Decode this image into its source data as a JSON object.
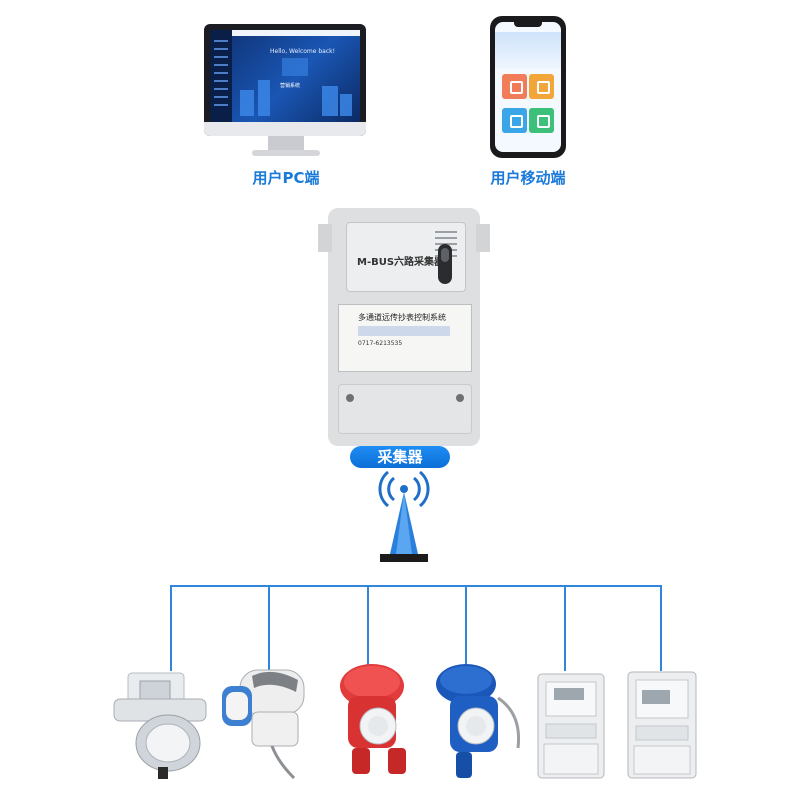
{
  "captions": {
    "pc": "用户PC端",
    "mobile": "用户移动端",
    "collector": "采集器"
  },
  "pc_screen": {
    "welcome": "Hello, Welcome back!",
    "system_name": "营销系统"
  },
  "device": {
    "model_title": "M-BUS六路采集器",
    "label_text": "多通道远传抄表控制系统",
    "service_phone": "0717-6213535"
  },
  "colors": {
    "caption_blue": "#1a7ad9",
    "line_blue": "#2f86dc",
    "pill_blue": "#0c6fd6"
  },
  "icons": [
    "monitor-icon",
    "smartphone-icon",
    "tower-antenna-icon"
  ],
  "meters": [
    {
      "kind": "water-meter-smart-white"
    },
    {
      "kind": "water-meter-valve-white"
    },
    {
      "kind": "water-meter-red"
    },
    {
      "kind": "water-meter-blue"
    },
    {
      "kind": "electric-meter-single-phase"
    },
    {
      "kind": "electric-meter-three-phase"
    }
  ]
}
